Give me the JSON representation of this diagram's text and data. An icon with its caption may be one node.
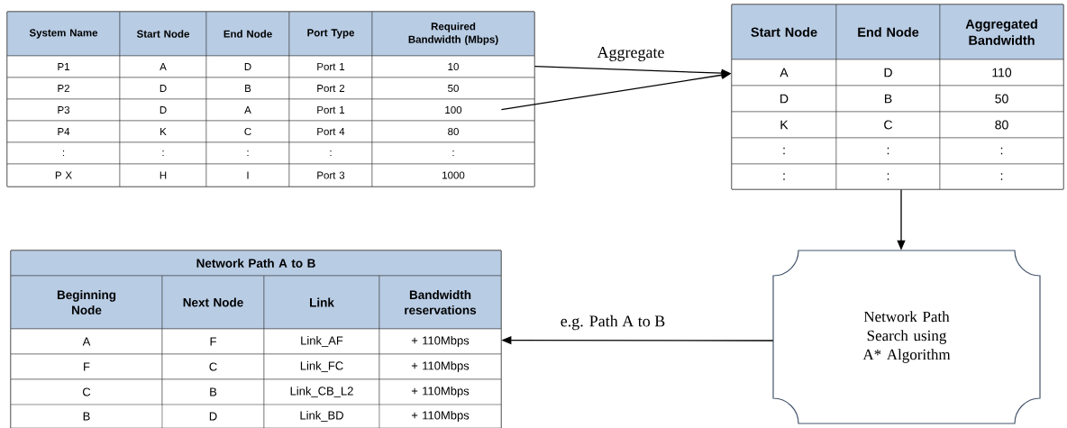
{
  "diagram": {
    "nodes": [
      {
        "text": [
          "System Name",
          "Start Node",
          "End Node",
          "Port Type",
          "Required Bandwidth (Mbps)",
          "P1",
          "A",
          "D",
          "Port 1",
          "10",
          "P2",
          "D",
          "B",
          "Port 2",
          "50",
          "P3",
          "D",
          "A",
          "Port 1",
          "100",
          "P4",
          "K",
          "C",
          "Port 4",
          "80",
          ":",
          ":",
          ":",
          ":",
          ":",
          "P X",
          "H",
          "I",
          "Port 3",
          "1000"
        ]
      },
      {
        "text": [
          "Start Node",
          "End Node",
          "Aggregated Bandwidth",
          "A",
          "D",
          "110",
          "D",
          "B",
          "50",
          "K",
          "C",
          "80",
          ":",
          ":",
          ":",
          ":",
          ":",
          ":"
        ]
      },
      {
        "text": [
          "Network Path Search using A* Algorithm"
        ]
      },
      {
        "text": [
          "Network Path A to B",
          "Beginning Node",
          "Next Node",
          "Link",
          "Bandwidth reservations",
          "A",
          "F",
          "Link_AF",
          "+ 110Mbps",
          "F",
          "C",
          "Link_FC",
          "+ 110Mbps",
          "C",
          "B",
          "Link_CB_L2",
          "+ 110Mbps",
          "B",
          "D",
          "Link_BD",
          "+ 110Mbps"
        ]
      }
    ],
    "edges": [
      {
        "from": 0,
        "to": 1,
        "arrow": "to",
        "label": "Aggregate"
      },
      {
        "from": 0,
        "to": 1,
        "arrow": "to"
      },
      {
        "from": 1,
        "to": 2,
        "arrow": "to"
      },
      {
        "from": 2,
        "to": 3,
        "arrow": "to",
        "label": "e.g. Path A to B"
      }
    ]
  }
}
